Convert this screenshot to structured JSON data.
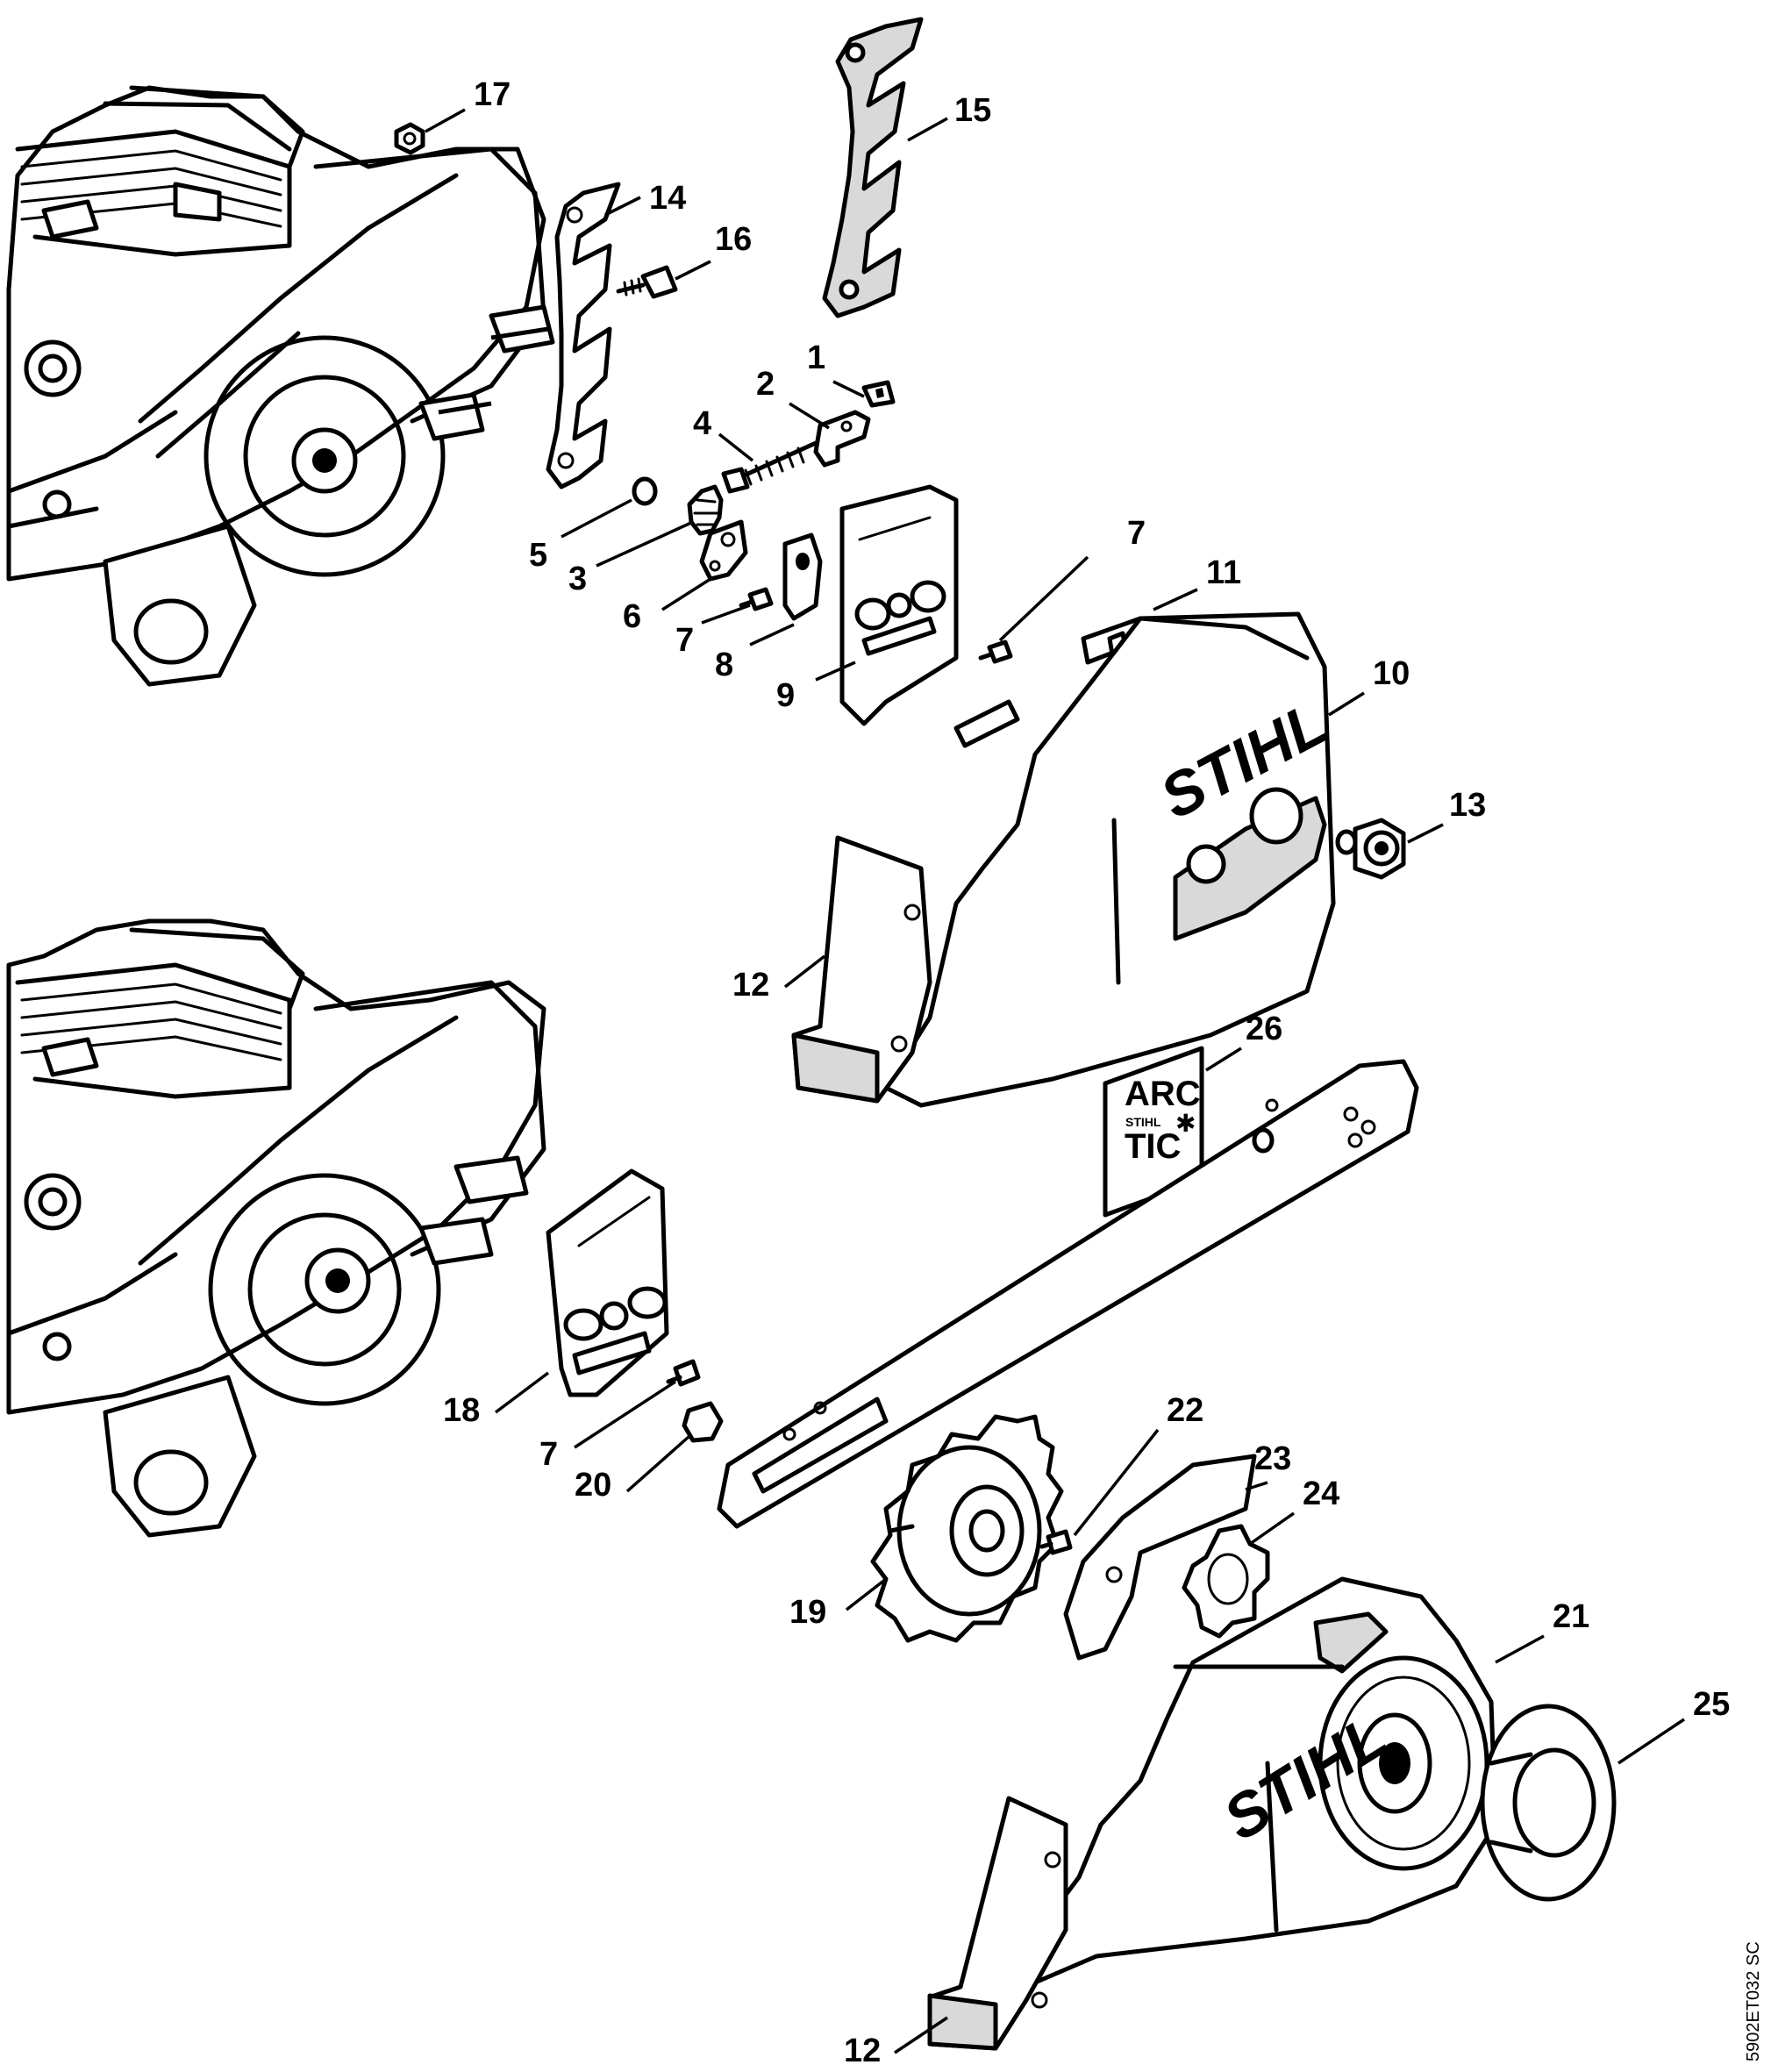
{
  "diagram": {
    "reference_code": "5902ET032 SC",
    "brand_text": "STIHL",
    "arctic_decal": {
      "line1": "ARC",
      "small": "STIHL",
      "line2": "TIC"
    },
    "callouts": [
      {
        "id": "17",
        "label": "17"
      },
      {
        "id": "15",
        "label": "15"
      },
      {
        "id": "14",
        "label": "14"
      },
      {
        "id": "16",
        "label": "16"
      },
      {
        "id": "1",
        "label": "1"
      },
      {
        "id": "2",
        "label": "2"
      },
      {
        "id": "4",
        "label": "4"
      },
      {
        "id": "5",
        "label": "5"
      },
      {
        "id": "3",
        "label": "3"
      },
      {
        "id": "6",
        "label": "6"
      },
      {
        "id": "7a",
        "label": "7"
      },
      {
        "id": "8",
        "label": "8"
      },
      {
        "id": "9",
        "label": "9"
      },
      {
        "id": "7b",
        "label": "7"
      },
      {
        "id": "11",
        "label": "11"
      },
      {
        "id": "10",
        "label": "10"
      },
      {
        "id": "13",
        "label": "13"
      },
      {
        "id": "12a",
        "label": "12"
      },
      {
        "id": "26",
        "label": "26"
      },
      {
        "id": "18",
        "label": "18"
      },
      {
        "id": "7c",
        "label": "7"
      },
      {
        "id": "20",
        "label": "20"
      },
      {
        "id": "22",
        "label": "22"
      },
      {
        "id": "23",
        "label": "23"
      },
      {
        "id": "24",
        "label": "24"
      },
      {
        "id": "19",
        "label": "19"
      },
      {
        "id": "21",
        "label": "21"
      },
      {
        "id": "25",
        "label": "25"
      },
      {
        "id": "12b",
        "label": "12"
      }
    ]
  }
}
